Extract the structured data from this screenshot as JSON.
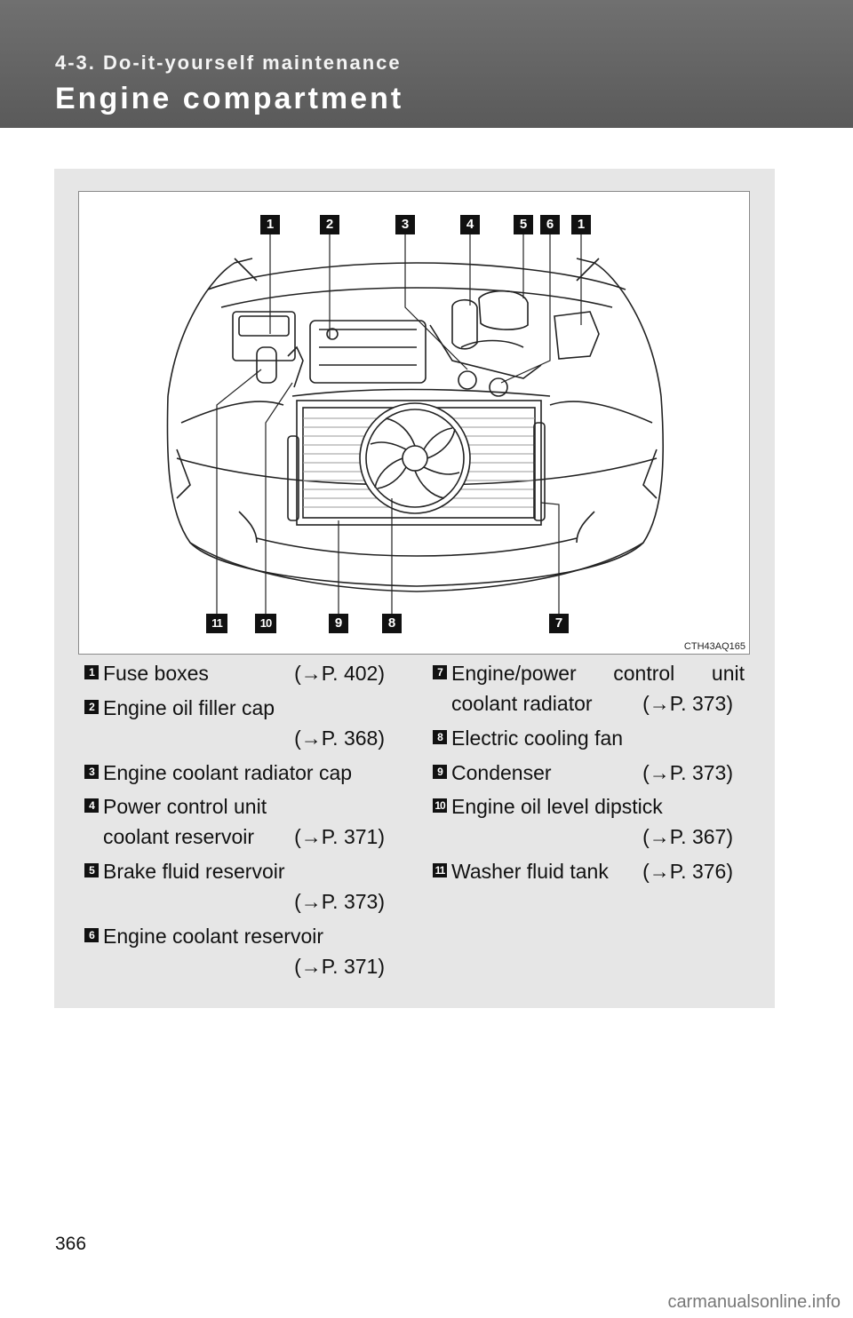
{
  "header": {
    "section": "4-3. Do-it-yourself maintenance",
    "title": "Engine compartment"
  },
  "figure": {
    "code": "CTH43AQ165",
    "top_callouts": [
      "1",
      "2",
      "3",
      "4",
      "5",
      "6",
      "1"
    ],
    "bottom_callouts": [
      "11",
      "10",
      "9",
      "8",
      "7"
    ]
  },
  "legend": {
    "left": [
      {
        "num": "1",
        "label": "Fuse boxes",
        "ref": "(→P. 402)"
      },
      {
        "num": "2",
        "label": "Engine oil filler cap",
        "ref": "(→P. 368)"
      },
      {
        "num": "3",
        "label": "Engine coolant radiator cap"
      },
      {
        "num": "4",
        "label": "Power control unit",
        "label2": "coolant reservoir",
        "ref": "(→P. 371)"
      },
      {
        "num": "5",
        "label": "Brake fluid reservoir",
        "ref": "(→P. 373)"
      },
      {
        "num": "6",
        "label": "Engine coolant reservoir",
        "ref": "(→P. 371)"
      }
    ],
    "right": [
      {
        "num": "7",
        "label": "Engine/power control unit",
        "label2": "coolant radiator",
        "ref": "(→P. 373)"
      },
      {
        "num": "8",
        "label": "Electric cooling fan"
      },
      {
        "num": "9",
        "label": "Condenser",
        "ref": "(→P. 373)"
      },
      {
        "num": "10",
        "label": "Engine oil level dipstick",
        "ref": "(→P. 367)"
      },
      {
        "num": "11",
        "label": "Washer fluid tank",
        "ref": "(→P. 376)"
      }
    ]
  },
  "page_number": "366",
  "footer": "carmanualsonline.info"
}
